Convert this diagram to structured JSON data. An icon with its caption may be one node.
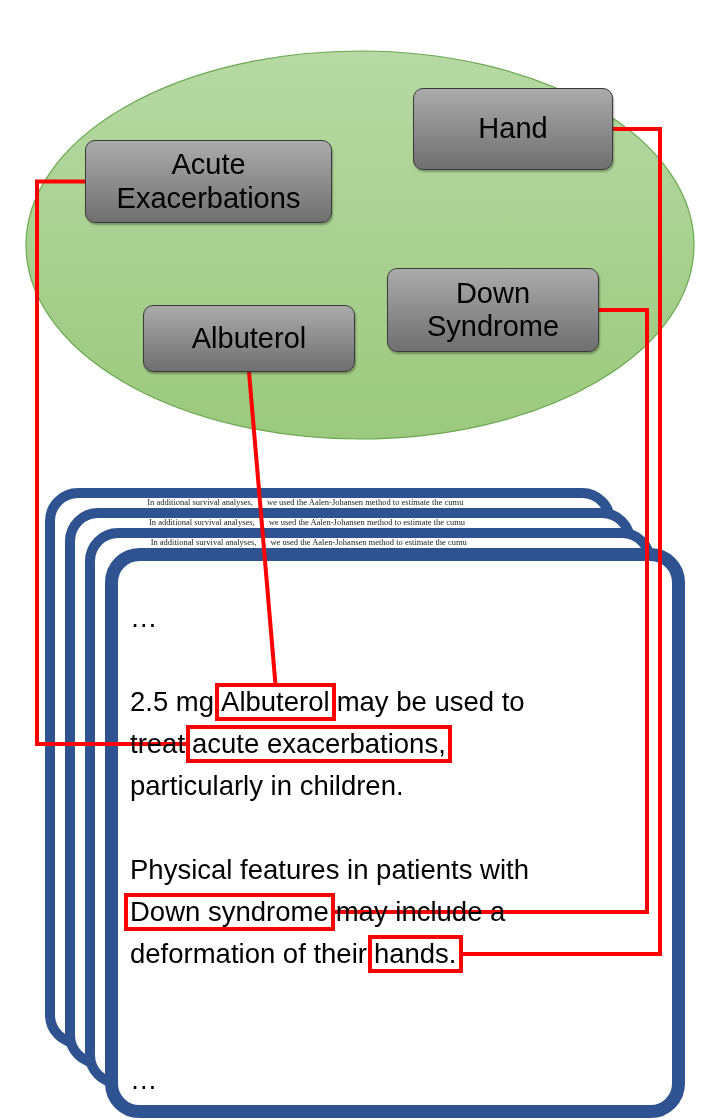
{
  "diagram": {
    "nodes": [
      {
        "text": [],
        "shape": "ellipse"
      },
      {
        "text": [
          "Hand"
        ],
        "in": 0
      },
      {
        "text": [
          "Acute Exacerbations"
        ],
        "in": 0
      },
      {
        "text": [
          "Down Syndrome"
        ],
        "in": 0
      },
      {
        "text": [
          "Albuterol"
        ],
        "in": 0
      },
      {
        "text": [
          "In additional survival analyses,",
          "we used the Aalen-Johansen method to estimate the cumu",
          "In additional survival analyses,",
          "we used the Aalen-Johansen method to estimate the cumu",
          "In additional survival analyses,",
          "we used the Aalen-Johansen method to estimate the cumu",
          "…",
          "2.5 mg",
          "may be used to",
          "treat",
          "particularly in children.",
          "Physical features in patients with",
          "may include a",
          "deformation of their",
          "…"
        ]
      },
      {
        "text": [
          "Albuterol"
        ],
        "in": 5
      },
      {
        "text": [
          "acute exacerbations,"
        ],
        "in": 5
      },
      {
        "text": [
          "Down syndrome"
        ],
        "in": 5
      },
      {
        "text": [
          "hands."
        ],
        "in": 5
      }
    ],
    "edges": [
      {
        "from": 4,
        "to": 6,
        "arrow": "none"
      },
      {
        "from": 2,
        "to": 7,
        "arrow": "none"
      },
      {
        "from": 3,
        "to": 8,
        "arrow": "none"
      },
      {
        "from": 1,
        "to": 9,
        "arrow": "none"
      }
    ]
  }
}
